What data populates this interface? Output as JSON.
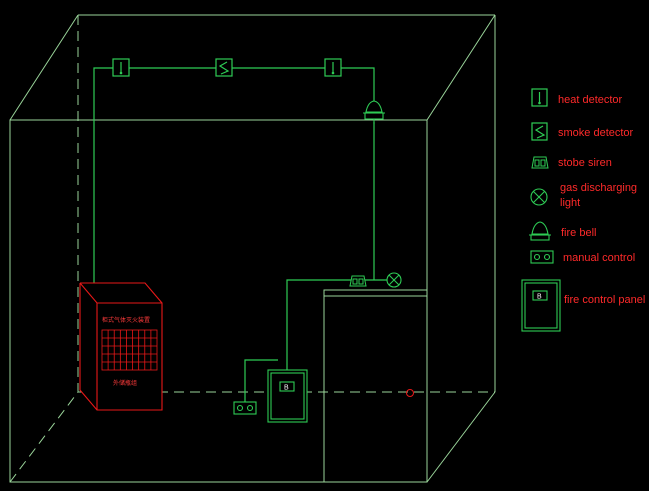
{
  "legend": {
    "heat_detector": "heat detector",
    "smoke_detector": "smoke detector",
    "strobe_siren": "stobe siren",
    "gas_light_line1": "gas discharging",
    "gas_light_line2": "light",
    "fire_bell": "fire bell",
    "manual_control": "manual control",
    "fire_control_panel": "fire control panel"
  },
  "cabinet": {
    "top_label": "柜式气体灭火装置",
    "bottom_label": "外储瓶组"
  },
  "panel_letter": "B",
  "colors": {
    "room_lines": "#9ad59a",
    "wiring": "#2ecc55",
    "cabinet": "#e81818",
    "legend_text": "#ff2a2a",
    "background": "#000000"
  }
}
